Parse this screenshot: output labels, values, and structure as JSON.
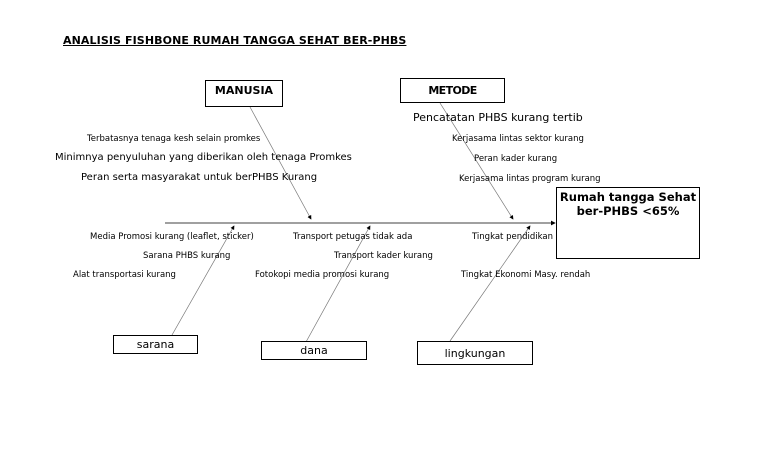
{
  "title": "ANALISIS FISHBONE RUMAH TANGGA SEHAT BER-PHBS",
  "effect": {
    "line1": "Rumah tangga Sehat",
    "line2": "ber-PHBS <65%"
  },
  "categories": {
    "manusia": {
      "label": "MANUSIA",
      "causes": [
        "Terbatasnya tenaga kesh selain promkes",
        "Minimnya penyuluhan yang diberikan oleh tenaga Promkes",
        "Peran  serta masyarakat untuk berPHBS Kurang"
      ]
    },
    "metode": {
      "label": "METODE",
      "causes": [
        "Pencatatan PHBS kurang tertib",
        "Kerjasama lintas sektor kurang",
        "Peran kader kurang",
        "Kerjasama lintas program kurang"
      ]
    },
    "sarana": {
      "label": "sarana",
      "causes": [
        "Media Promosi kurang (leaflet, sticker)",
        "Sarana PHBS kurang",
        "Alat transportasi kurang"
      ]
    },
    "dana": {
      "label": "dana",
      "causes": [
        "Transport petugas tidak ada",
        "Transport kader kurang",
        "Fotokopi media promosi kurang"
      ]
    },
    "lingkungan": {
      "label": "lingkungan",
      "causes": [
        "Tingkat pendidikan",
        "Tingkat Ekonomi Masy. rendah"
      ]
    }
  }
}
